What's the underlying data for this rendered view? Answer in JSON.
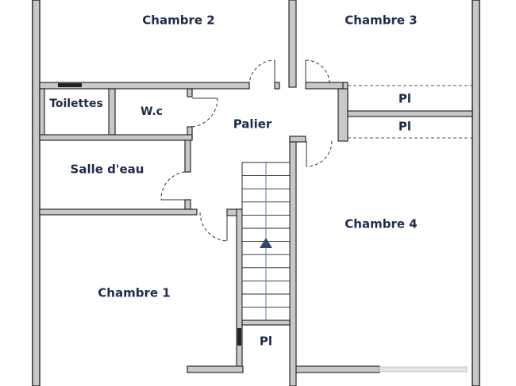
{
  "plan": {
    "rooms": {
      "chambre2": "Chambre 2",
      "chambre3": "Chambre 3",
      "toilettes": "Toilettes",
      "wc": "W.c",
      "palier": "Palier",
      "pl_top": "Pl",
      "pl_mid": "Pl",
      "salle_eau": "Salle d'eau",
      "chambre4": "Chambre 4",
      "chambre1": "Chambre 1",
      "pl_bottom": "Pl"
    },
    "colors": {
      "wall_fill": "#c8c8c8",
      "wall_stroke": "#2a2a2a",
      "text": "#1f2b4a",
      "stair_arrow": "#33466e",
      "stair_line": "#5a78b0"
    }
  }
}
